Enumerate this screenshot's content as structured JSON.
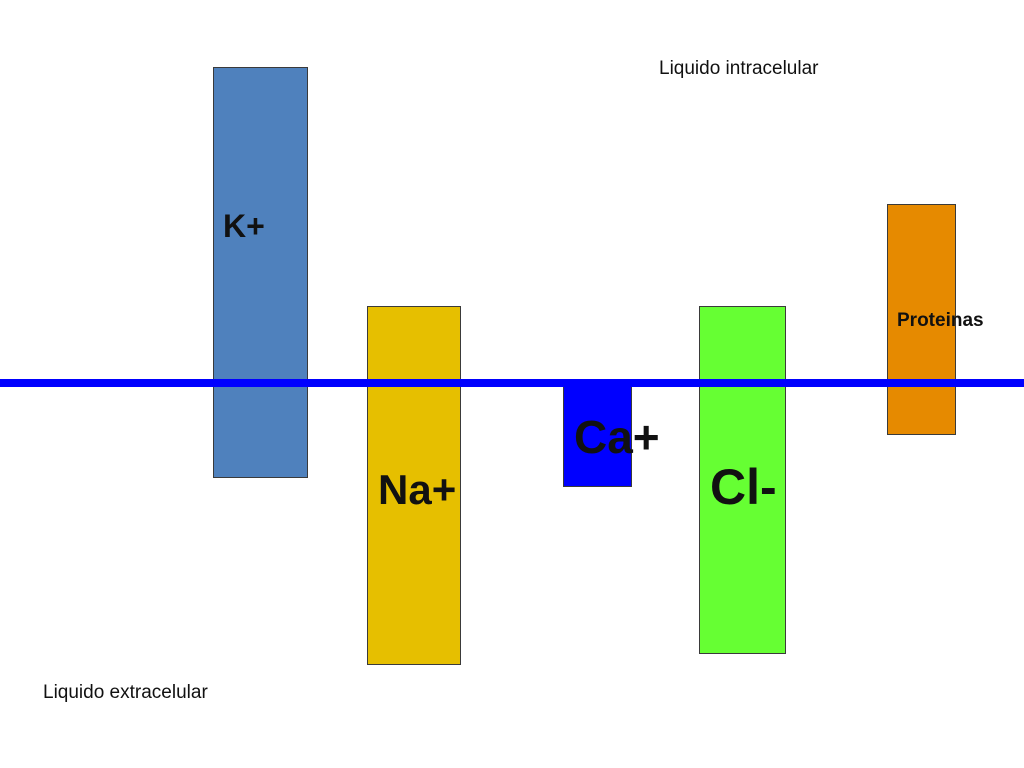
{
  "regions": {
    "intracellular": "Liquido intracelular",
    "extracellular": "Liquido extracelular"
  },
  "ions": [
    {
      "label": "K+",
      "color": "#4f81bd"
    },
    {
      "label": "Na+",
      "color": "#e6bf00"
    },
    {
      "label": "Ca+",
      "color": "#0000ff"
    },
    {
      "label": "Cl-",
      "color": "#66ff33"
    },
    {
      "label": "Proteinas",
      "color": "#e68a00"
    }
  ],
  "colors": {
    "membrane": "#0000ff",
    "text": "#111111"
  }
}
